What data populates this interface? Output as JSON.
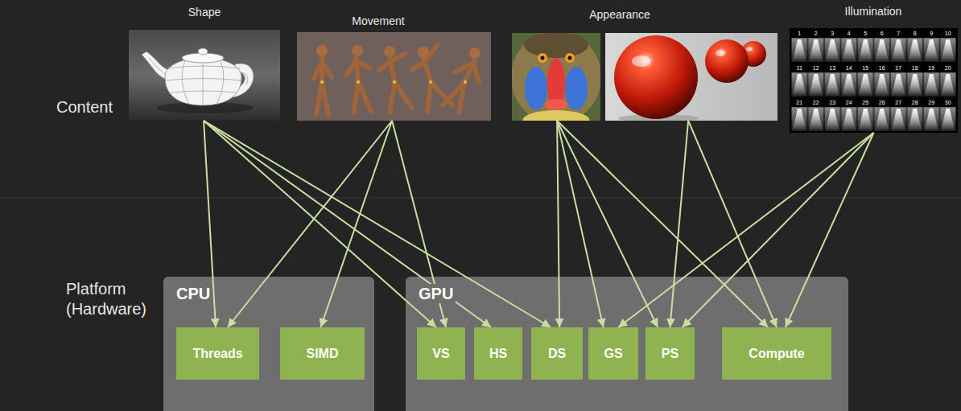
{
  "diagram": {
    "nodes": [
      {
        "text": [
          "Shape"
        ]
      },
      {
        "text": [
          "Movement"
        ]
      },
      {
        "text": [
          "Appearance"
        ]
      },
      {
        "text": [
          "Illumination"
        ]
      },
      {
        "text": [
          "CPU"
        ]
      },
      {
        "text": [
          "Threads"
        ],
        "in": 4
      },
      {
        "text": [
          "SIMD"
        ],
        "in": 4
      },
      {
        "text": [
          "GPU"
        ]
      },
      {
        "text": [
          "VS"
        ],
        "in": 7
      },
      {
        "text": [
          "HS"
        ],
        "in": 7
      },
      {
        "text": [
          "DS"
        ],
        "in": 7
      },
      {
        "text": [
          "GS"
        ],
        "in": 7
      },
      {
        "text": [
          "PS"
        ],
        "in": 7
      },
      {
        "text": [
          "Compute"
        ],
        "in": 7
      }
    ],
    "edges": [
      {
        "from": 0,
        "to": 5,
        "arrow": "to"
      },
      {
        "from": 0,
        "to": 8,
        "arrow": "to"
      },
      {
        "from": 0,
        "to": 9,
        "arrow": "to"
      },
      {
        "from": 0,
        "to": 10,
        "arrow": "to"
      },
      {
        "from": 1,
        "to": 5,
        "arrow": "to"
      },
      {
        "from": 1,
        "to": 6,
        "arrow": "to"
      },
      {
        "from": 1,
        "to": 8,
        "arrow": "to"
      },
      {
        "from": 2,
        "to": 10,
        "arrow": "to"
      },
      {
        "from": 2,
        "to": 11,
        "arrow": "to"
      },
      {
        "from": 2,
        "to": 12,
        "arrow": "to"
      },
      {
        "from": 2,
        "to": 13,
        "arrow": "to"
      },
      {
        "from": 2,
        "to": 12,
        "arrow": "to"
      },
      {
        "from": 2,
        "to": 13,
        "arrow": "to"
      },
      {
        "from": 3,
        "to": 11,
        "arrow": "to"
      },
      {
        "from": 3,
        "to": 12,
        "arrow": "to"
      },
      {
        "from": 3,
        "to": 13,
        "arrow": "to"
      }
    ],
    "labels": [
      "Content",
      "Platform (Hardware)",
      "1",
      "2",
      "3",
      "4",
      "5",
      "6",
      "7",
      "8",
      "9",
      "10",
      "11",
      "12",
      "13",
      "14",
      "15",
      "16",
      "17",
      "18",
      "19",
      "20",
      "21",
      "22",
      "23",
      "24",
      "25",
      "26",
      "27",
      "28",
      "29",
      "30"
    ]
  }
}
